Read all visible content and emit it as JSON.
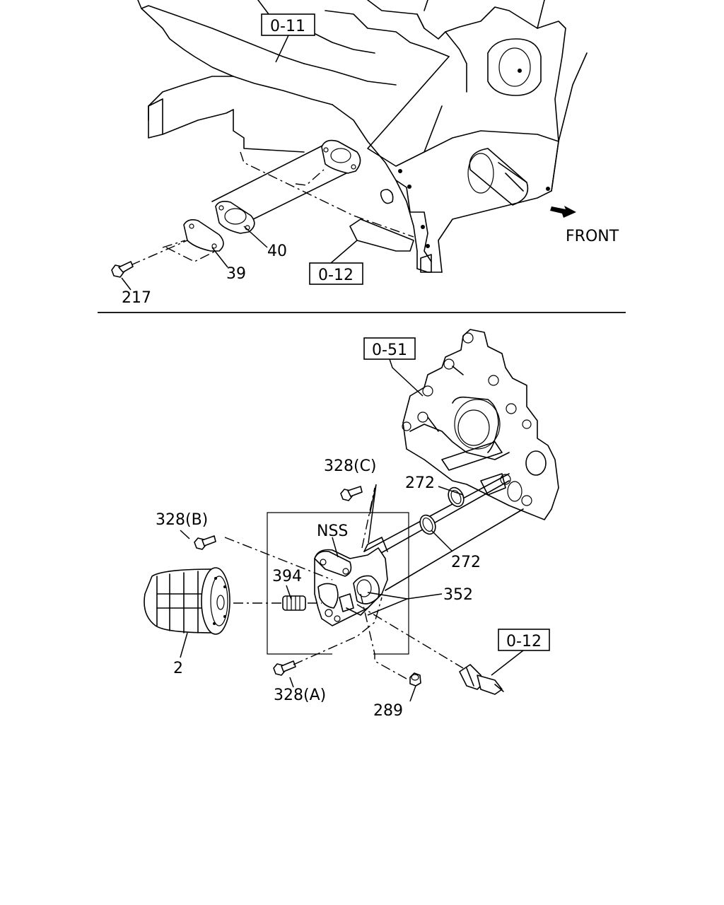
{
  "labels": {
    "ref_0_11": "0-11",
    "ref_0_12_top": "0-12",
    "ref_0_51": "0-51",
    "ref_0_12_bottom": "0-12",
    "front": "FRONT",
    "p40": "40",
    "p39": "39",
    "p217": "217",
    "p328c": "328(C)",
    "p272a": "272",
    "p272b": "272",
    "p328b": "328(B)",
    "nss": "NSS",
    "p394": "394",
    "p352": "352",
    "p2": "2",
    "p328a": "328(A)",
    "p289": "289"
  }
}
